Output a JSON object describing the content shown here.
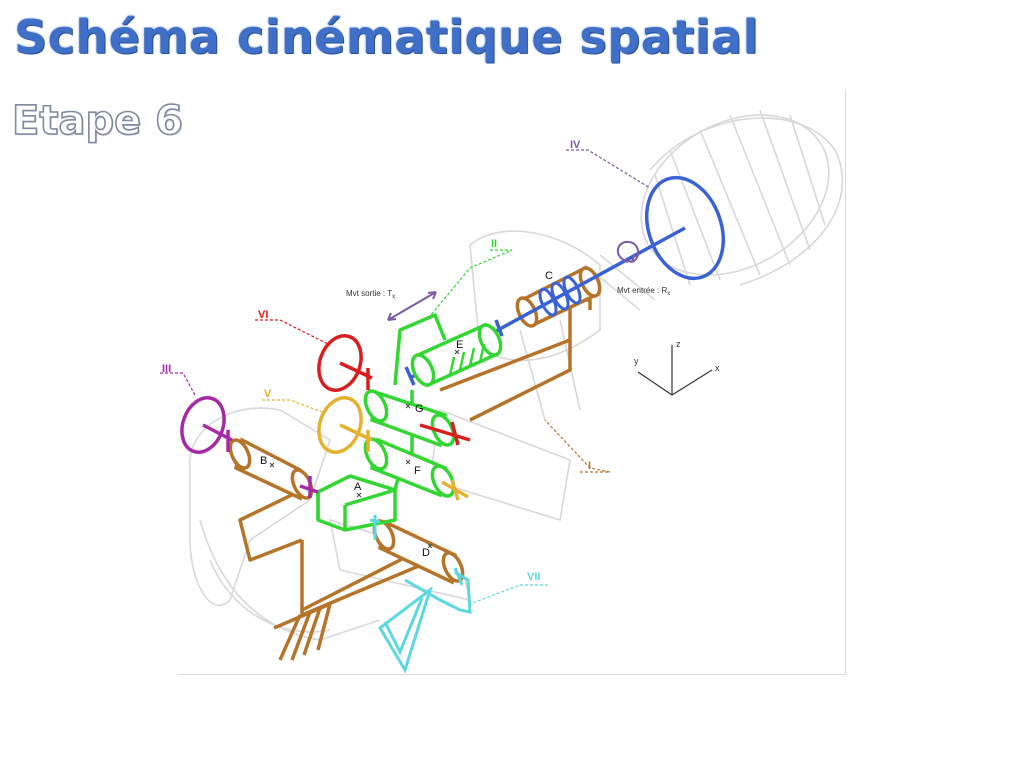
{
  "header": {
    "title": "Schéma cinématique spatial",
    "subtitle": "Etape 6"
  },
  "diagram": {
    "class_labels": {
      "I": "I",
      "II": "II",
      "III": "III",
      "IV": "IV",
      "V": "V",
      "VI": "VI",
      "VII": "VII"
    },
    "point_labels": {
      "A": "A",
      "B": "B",
      "C": "C",
      "D": "D",
      "E": "E",
      "F": "F",
      "G": "G"
    },
    "motion_out": "Mvt sortie : T",
    "motion_out_sub": "x",
    "motion_in": "Mvt entrée : R",
    "motion_in_sub": "x",
    "axes": {
      "x": "x",
      "y": "y",
      "z": "z"
    },
    "colors": {
      "I": "#b5742a",
      "II": "#33d633",
      "III": "#a52aa5",
      "IV": "#3a62d4",
      "V": "#e5b12e",
      "VI": "#d91e1e",
      "VII": "#5ed8e0",
      "motion": "#7a5aa0",
      "background_drawing": "#d6d6d6"
    }
  }
}
